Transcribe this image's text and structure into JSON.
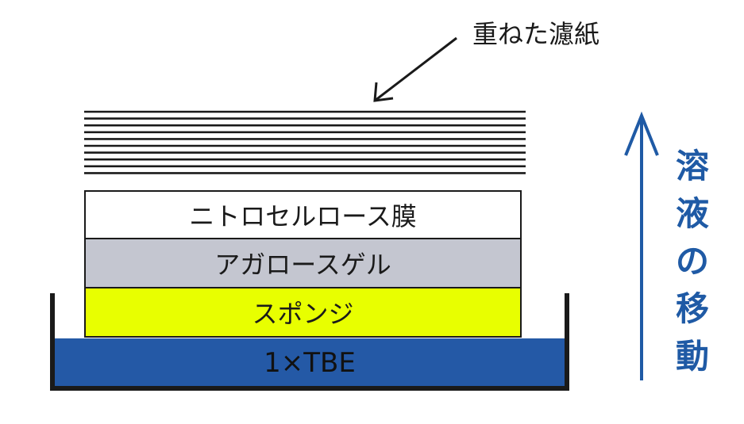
{
  "filter_paper_label": "重ねた濾紙",
  "layers": {
    "membrane": "ニトロセルロース膜",
    "gel": "アガロースゲル",
    "sponge": "スポンジ",
    "buffer": "1×TBE"
  },
  "flow_label_chars": [
    "溶",
    "液",
    "の",
    "移",
    "動"
  ],
  "colors": {
    "membrane": "#ffffff",
    "gel": "#c4c6d0",
    "sponge": "#e8ff00",
    "buffer": "#2459a6",
    "tray": "#1a1a1a",
    "arrow": "#1f5aa5",
    "flow_text": "#1f5aa5",
    "filter_lines": "#1a1a1a"
  }
}
